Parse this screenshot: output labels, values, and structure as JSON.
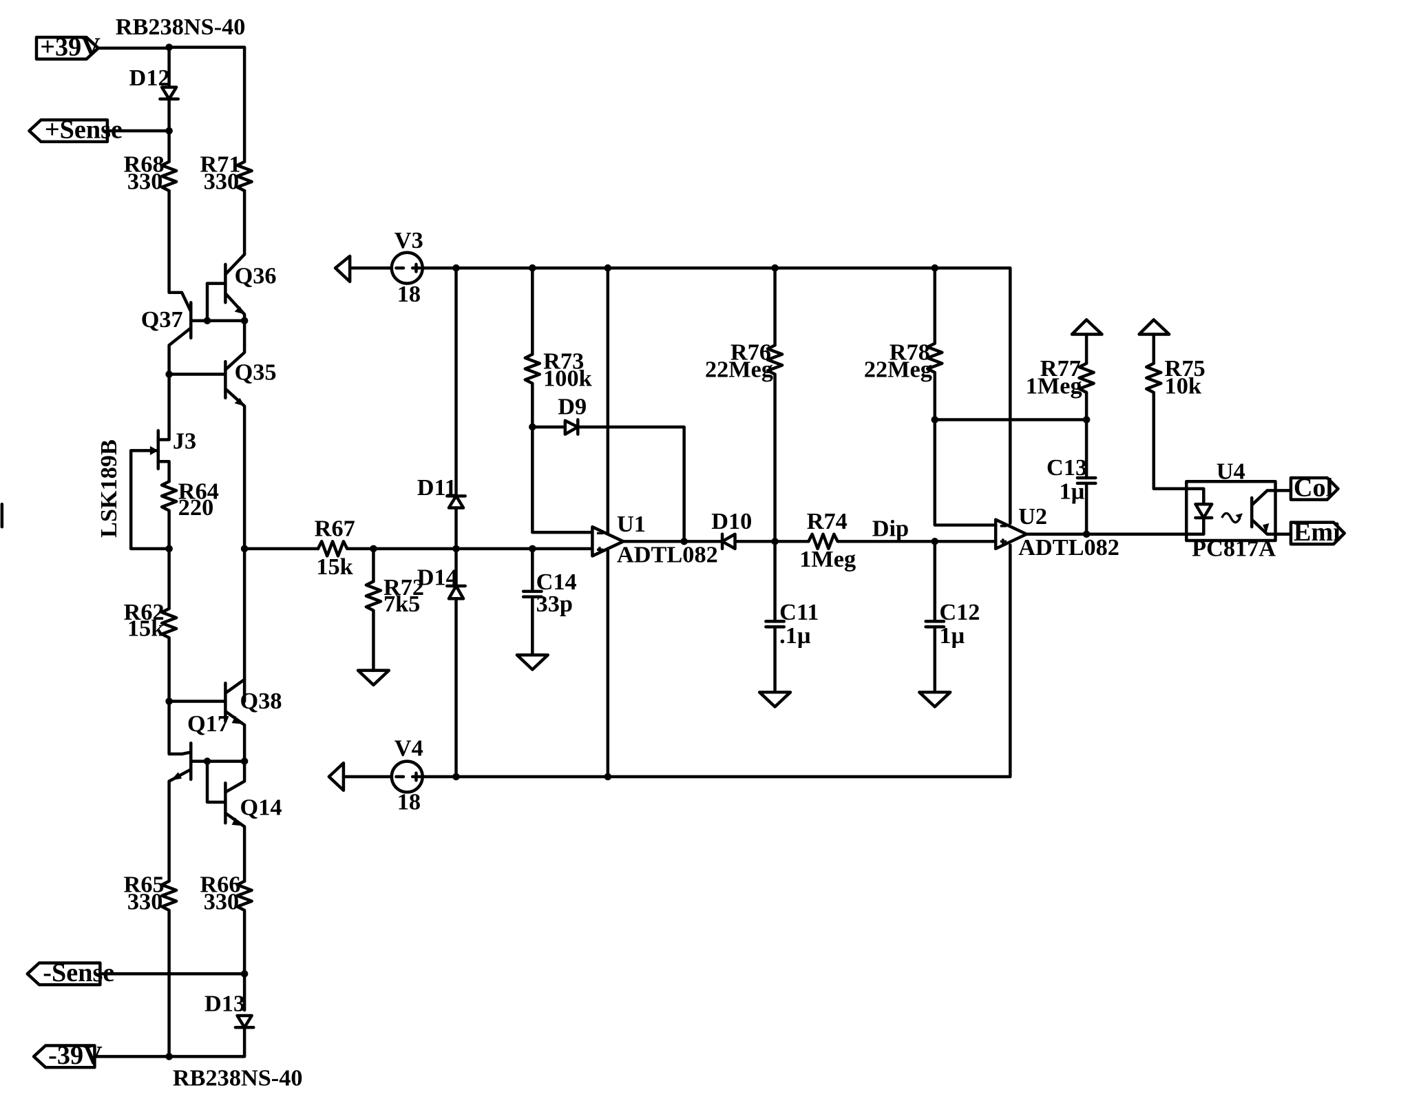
{
  "schematic": {
    "ports": {
      "plus_39v": "+39V",
      "plus_sense": "+Sense",
      "minus_sense": "-Sense",
      "minus_39v": "-39V",
      "col": "Col",
      "emi": "Emi"
    },
    "labels": {
      "rb_top": "RB238NS-40",
      "rb_bottom": "RB238NS-40",
      "d12": "D12",
      "d13": "D13",
      "r68": "R68",
      "r68_val": "330",
      "r71": "R71",
      "r71_val": "330",
      "q36": "Q36",
      "q37": "Q37",
      "q35": "Q35",
      "j3": "J3",
      "lsk": "LSK189B",
      "r64": "R64",
      "r64_val": "220",
      "r62": "R62",
      "r62_val": "15k",
      "q38": "Q38",
      "q17": "Q17",
      "q14": "Q14",
      "r65": "R65",
      "r65_val": "330",
      "r66": "R66",
      "r66_val": "330",
      "r67": "R67",
      "r67_val": "15k",
      "r72": "R72",
      "r72_val": "7k5",
      "v3": "V3",
      "v3_val": "18",
      "v4": "V4",
      "v4_val": "18",
      "d11": "D11",
      "d14": "D14",
      "r73": "R73",
      "r73_val": "100k",
      "d9": "D9",
      "c14": "C14",
      "c14_val": "33p",
      "u1": "U1",
      "u1_part": "ADTL082",
      "d10": "D10",
      "r76": "R76",
      "r76_val": "22Meg",
      "c11": "C11",
      "c11_val": ".1µ",
      "r74": "R74",
      "r74_val": "1Meg",
      "dip": "Dip",
      "r78": "R78",
      "r78_val": "22Meg",
      "c12": "C12",
      "c12_val": "1µ",
      "u2": "U2",
      "u2_part": "ADTL082",
      "r77": "R77",
      "r77_val": "1Meg",
      "c13": "C13",
      "c13_val": "1µ",
      "r75": "R75",
      "r75_val": "10k",
      "u4": "U4",
      "u4_part": "PC817A"
    }
  }
}
